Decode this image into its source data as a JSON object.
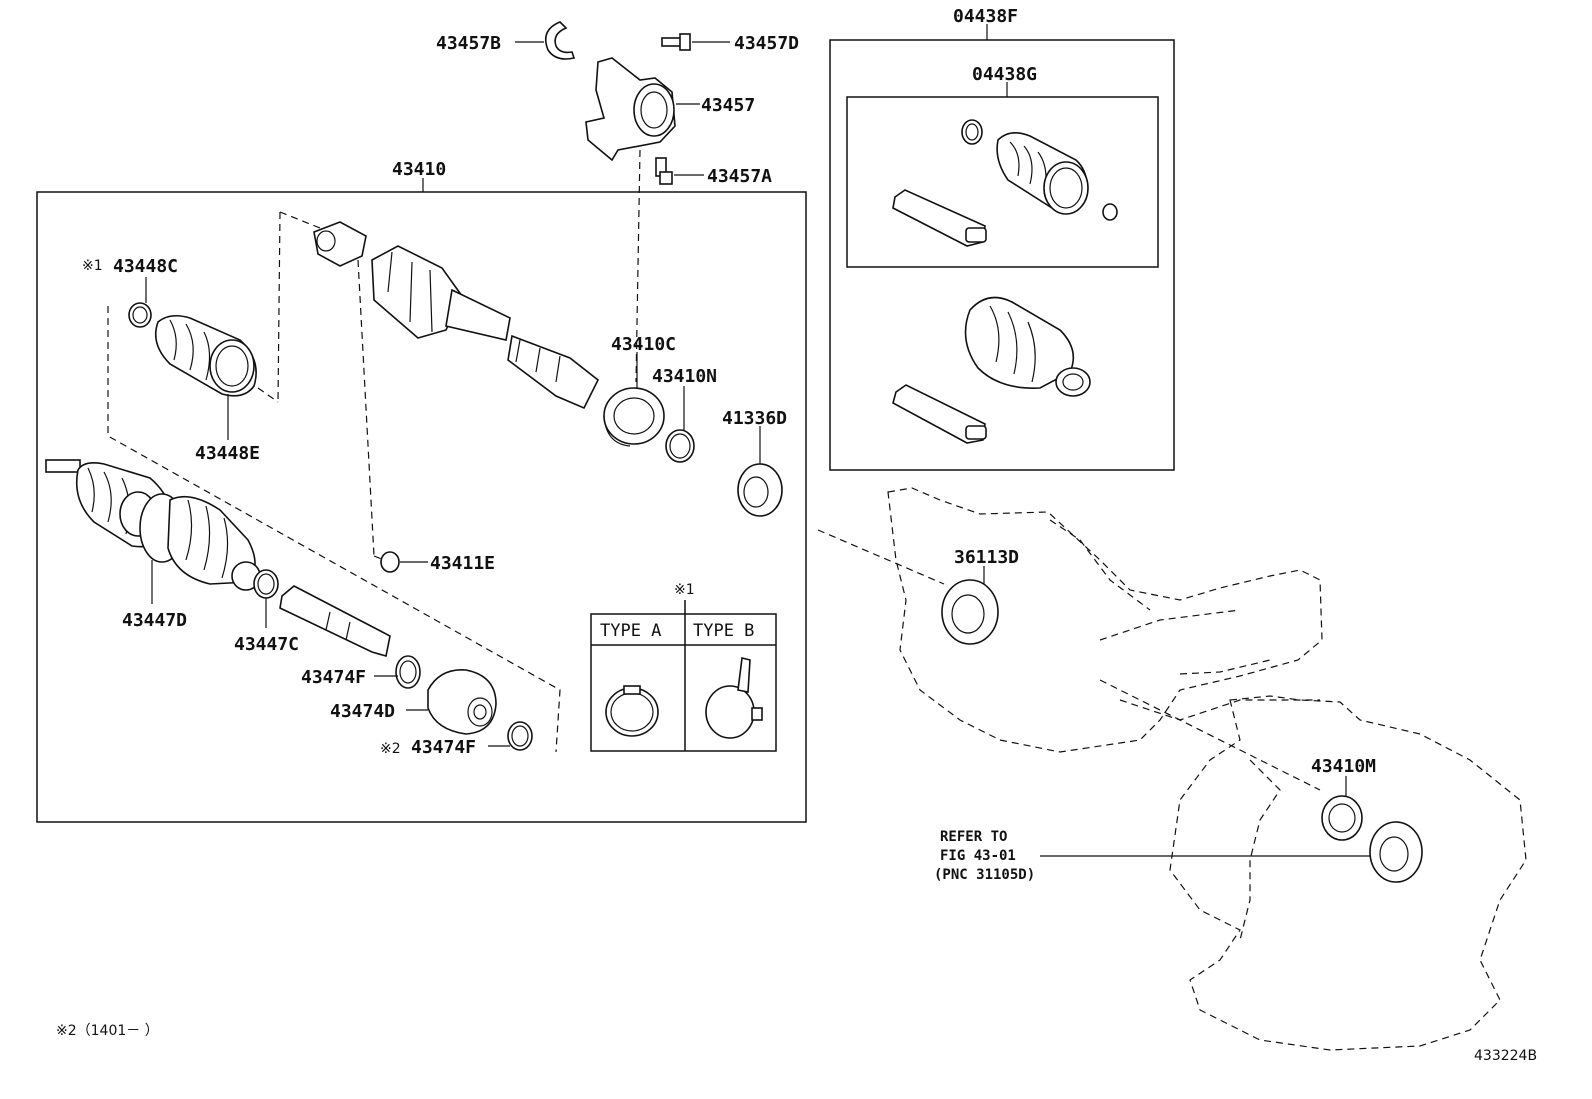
{
  "diagram": {
    "labels": {
      "p43457B": "43457B",
      "p43457D": "43457D",
      "p43457": "43457",
      "p43457A": "43457A",
      "p43410": "43410",
      "p43448C": "43448C",
      "p43448C_mark": "※1",
      "p43448E": "43448E",
      "p43410C": "43410C",
      "p43410N": "43410N",
      "p41336D": "41336D",
      "p43411E": "43411E",
      "p43447D": "43447D",
      "p43447C": "43447C",
      "p43474F": "43474F",
      "p43474D": "43474D",
      "p43474F_2": "43474F",
      "p43474F_2_mark": "※2",
      "p04438F": "04438F",
      "p04438G": "04438G",
      "p36113D": "36113D",
      "p43410M": "43410M"
    },
    "type_table": {
      "mark": "※1",
      "type_a": "TYPE  A",
      "type_b": "TYPE  B"
    },
    "refer": {
      "line1": "REFER TO",
      "line2": "FIG 43-01",
      "line3": "(PNC 31105D)"
    },
    "footnote": "※2（1401－      ）",
    "figure_id": "433224B"
  }
}
